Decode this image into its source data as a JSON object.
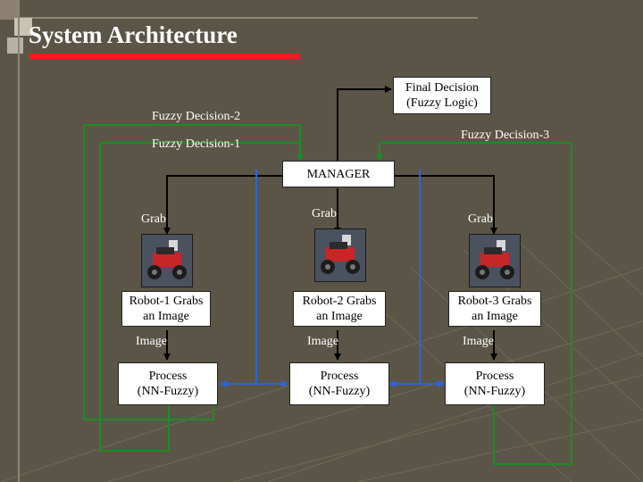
{
  "slide": {
    "title": "System Architecture",
    "final_decision": "Final Decision\n(Fuzzy Logic)",
    "fuzzy_decision_2": "Fuzzy Decision-2",
    "fuzzy_decision_1": "Fuzzy Decision-1",
    "fuzzy_decision_3": "Fuzzy Decision-3",
    "manager": "MANAGER",
    "robots": [
      {
        "grab_label": "Grab",
        "grabs_box": "Robot-1 Grabs\nan Image",
        "image_label": "Image",
        "process_box": "Process\n(NN-Fuzzy)"
      },
      {
        "grab_label": "Grab",
        "grabs_box": "Robot-2 Grabs\nan Image",
        "image_label": "Image",
        "process_box": "Process\n(NN-Fuzzy)"
      },
      {
        "grab_label": "Grab",
        "grabs_box": "Robot-3 Grabs\nan Image",
        "image_label": "Image",
        "process_box": "Process\n(NN-Fuzzy)"
      }
    ]
  },
  "colors": {
    "background": "#5a5546",
    "title_underline": "#ee1c1c",
    "black_arrow": "#000000",
    "green_line": "#1c8c24",
    "blue_line": "#2a64e0"
  }
}
